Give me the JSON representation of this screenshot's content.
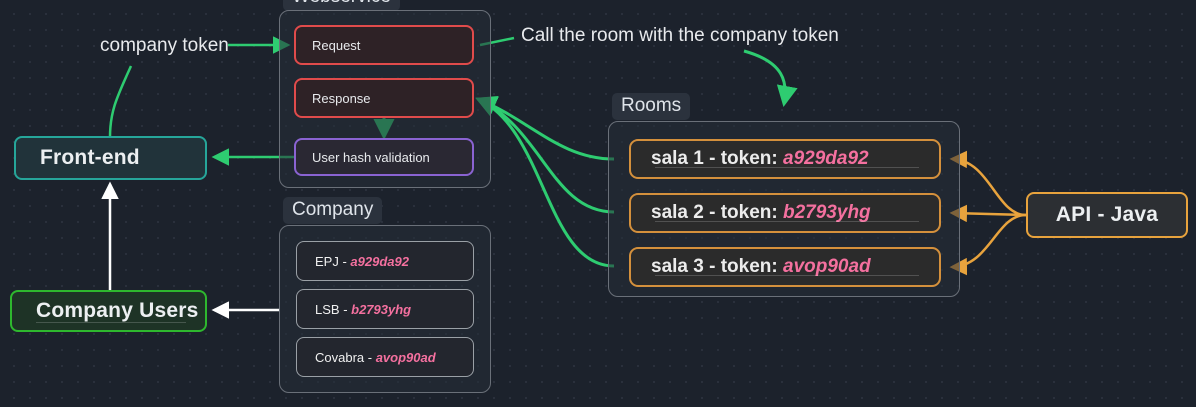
{
  "theme": {
    "background": "#1c222c",
    "dot_color": "#2e3542",
    "green_accent": "#2ecc71",
    "orange_accent": "#e8a33d",
    "pink_token": "#f4709f",
    "teal_accent": "#26a69a",
    "red_accent": "#e04b4b",
    "purple_accent": "#8a63d2"
  },
  "groups": {
    "webservice": {
      "label": "Webservice"
    },
    "company": {
      "label": "Company"
    },
    "rooms": {
      "label": "Rooms"
    }
  },
  "nodes": {
    "frontend": {
      "label": "Front-end"
    },
    "company_users": {
      "label": "Company Users"
    },
    "api_java": {
      "label": "API - Java"
    }
  },
  "webservice": {
    "boxes": [
      {
        "label": "Request",
        "style": "red"
      },
      {
        "label": "Response",
        "style": "red"
      },
      {
        "label": "User hash validation",
        "style": "purple"
      }
    ]
  },
  "company": {
    "entries": [
      {
        "name": "EPJ",
        "separator": " - ",
        "token": "a929da92"
      },
      {
        "name": "LSB",
        "separator": " - ",
        "token": "b2793yhg"
      },
      {
        "name": "Covabra",
        "separator": " - ",
        "token": "avop90ad"
      }
    ]
  },
  "rooms": {
    "entries": [
      {
        "label": "sala 1 - token: ",
        "token": "a929da92"
      },
      {
        "label": "sala 2 - token: ",
        "token": "b2793yhg"
      },
      {
        "label": "sala 3 - token: ",
        "token": "avop90ad"
      }
    ]
  },
  "edge_labels": {
    "company_token": "company token",
    "call_room": "Call the room with the company token"
  }
}
